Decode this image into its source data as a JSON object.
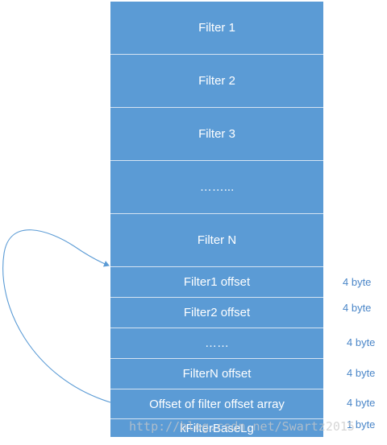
{
  "blocks": [
    {
      "label": "Filter 1"
    },
    {
      "label": "Filter 2"
    },
    {
      "label": "Filter 3"
    },
    {
      "label": "……..."
    },
    {
      "label": "Filter N"
    },
    {
      "label": "Filter1 offset"
    },
    {
      "label": "Filter2 offset"
    },
    {
      "label": "……"
    },
    {
      "label": "FilterN offset"
    },
    {
      "label": "Offset of filter offset array"
    },
    {
      "label": "kFilterBaseLg"
    }
  ],
  "sizes": [
    {
      "label": "4 byte"
    },
    {
      "label": "4 byte"
    },
    {
      "label": "4 byte"
    },
    {
      "label": "4 byte"
    },
    {
      "label": "4 byte"
    },
    {
      "label": "1 byte"
    }
  ],
  "watermark": "http://blog.csdn.net/Swartz2015",
  "colors": {
    "block": "#5b9bd5",
    "divider": "#d6e4f2",
    "size_text": "#4a86c8",
    "arrow": "#5b9bd5"
  }
}
